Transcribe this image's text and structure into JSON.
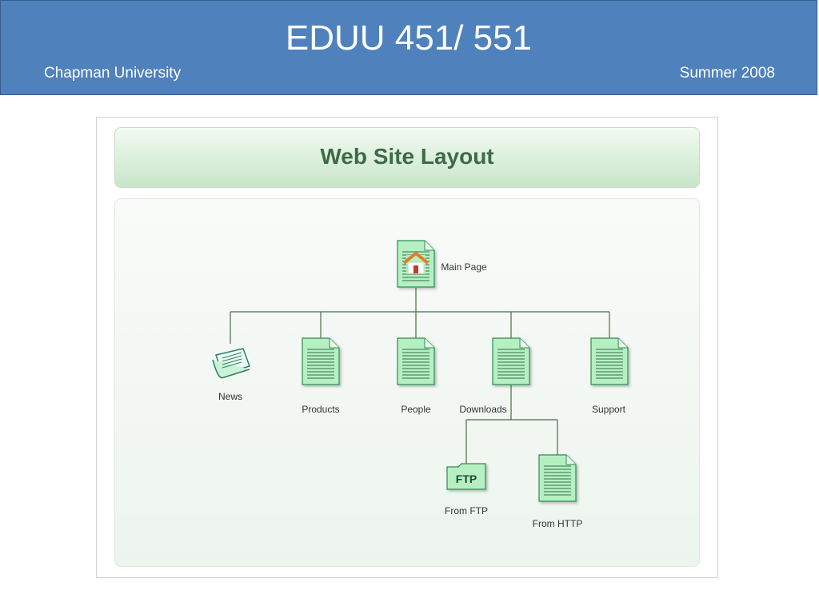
{
  "header": {
    "title": "EDUU 451/ 551",
    "left": "Chapman University",
    "right": "Summer 2008"
  },
  "diagram": {
    "title": "Web Site Layout",
    "nodes": [
      {
        "id": "main",
        "label": "Main Page",
        "icon": "home-document-icon"
      },
      {
        "id": "news",
        "label": "News",
        "icon": "newspaper-icon"
      },
      {
        "id": "products",
        "label": "Products",
        "icon": "document-icon"
      },
      {
        "id": "people",
        "label": "People",
        "icon": "document-icon"
      },
      {
        "id": "downloads",
        "label": "Downloads",
        "icon": "document-icon"
      },
      {
        "id": "support",
        "label": "Support",
        "icon": "document-icon"
      },
      {
        "id": "ftp",
        "label": "From FTP",
        "icon": "ftp-folder-icon",
        "icon_text": "FTP"
      },
      {
        "id": "http",
        "label": "From HTTP",
        "icon": "document-icon"
      }
    ],
    "edges": [
      [
        "main",
        "news"
      ],
      [
        "main",
        "products"
      ],
      [
        "main",
        "people"
      ],
      [
        "main",
        "downloads"
      ],
      [
        "main",
        "support"
      ],
      [
        "downloads",
        "ftp"
      ],
      [
        "downloads",
        "http"
      ]
    ],
    "colors": {
      "doc_fill": "#b6f0c2",
      "doc_stroke": "#2e8b57",
      "line": "#4a6b4a",
      "header_bg": "#4f81bd"
    }
  }
}
